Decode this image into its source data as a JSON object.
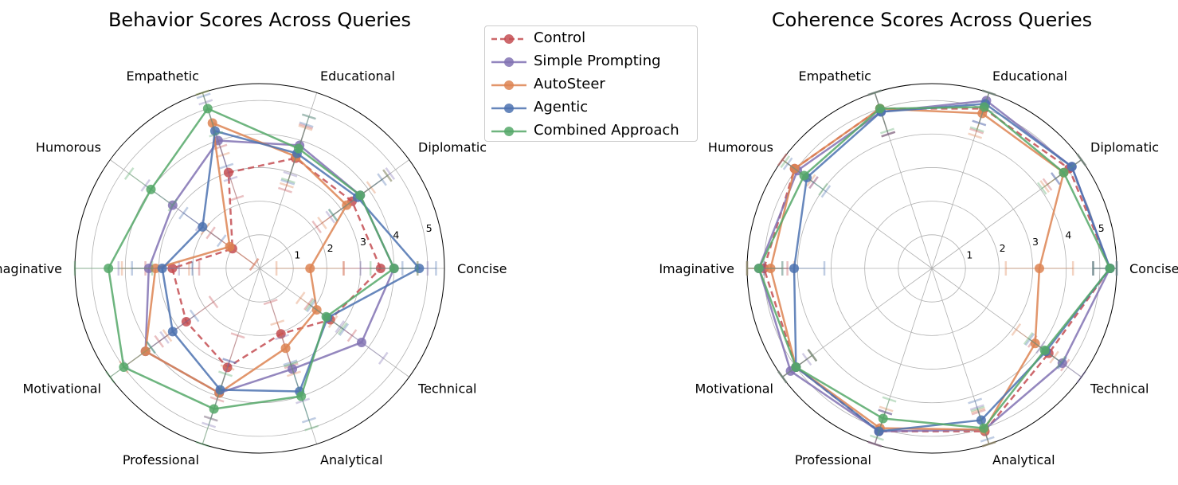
{
  "chart_data": [
    {
      "type": "radar",
      "title": "Behavior Scores Across Queries",
      "categories": [
        "Concise",
        "Diplomatic",
        "Educational",
        "Empathetic",
        "Humorous",
        "Imaginative",
        "Motivational",
        "Professional",
        "Analytical",
        "Technical"
      ],
      "rticks": [
        "1",
        "2",
        "3",
        "4",
        "5"
      ],
      "rlim": [
        0,
        5.5
      ],
      "grid": true,
      "series": [
        {
          "name": "Control",
          "color": "#c44e52",
          "dashed": true,
          "values": [
            3.6,
            3.4,
            3.45,
            3.0,
            1.0,
            2.6,
            2.7,
            3.1,
            2.05,
            2.6
          ],
          "errors": [
            1.1,
            1.3,
            1.0,
            0.8,
            0.8,
            0.8,
            1.0,
            1.0,
            1.0,
            0.8
          ]
        },
        {
          "name": "Simple Prompting",
          "color": "#8172b3",
          "dashed": false,
          "values": [
            4.0,
            3.7,
            3.85,
            4.0,
            3.2,
            3.3,
            4.2,
            3.9,
            3.15,
            3.75
          ],
          "errors": [
            1.0,
            1.1,
            0.9,
            1.2,
            1.0,
            0.9,
            0.7,
            1.0,
            1.0,
            0.8
          ]
        },
        {
          "name": "AutoSteer",
          "color": "#dd8452",
          "dashed": false,
          "values": [
            1.5,
            3.2,
            3.5,
            4.55,
            1.1,
            3.1,
            4.2,
            3.9,
            2.5,
            2.1
          ],
          "errors": [
            1.0,
            0.9,
            0.9,
            1.0,
            0.9,
            1.0,
            0.8,
            0.8,
            0.8,
            0.6
          ]
        },
        {
          "name": "Agentic",
          "color": "#4c72b0",
          "dashed": false,
          "values": [
            4.75,
            3.6,
            3.6,
            4.3,
            2.1,
            2.9,
            3.2,
            3.8,
            3.85,
            2.5
          ],
          "errors": [
            0.5,
            0.9,
            0.9,
            1.1,
            0.7,
            0.9,
            0.8,
            0.9,
            0.9,
            0.6
          ]
        },
        {
          "name": "Combined Approach",
          "color": "#55a868",
          "dashed": false,
          "values": [
            4.0,
            3.7,
            3.75,
            5.0,
            4.0,
            4.5,
            5.0,
            4.4,
            4.0,
            2.45
          ],
          "errors": [
            0.7,
            1.0,
            1.0,
            0.8,
            0.8,
            1.3,
            1.0,
            1.1,
            1.0,
            0.6
          ]
        }
      ]
    },
    {
      "type": "radar",
      "title": "Coherence Scores Across Queries",
      "categories": [
        "Concise",
        "Diplomatic",
        "Educational",
        "Empathetic",
        "Humorous",
        "Imaginative",
        "Motivational",
        "Professional",
        "Analytical",
        "Technical"
      ],
      "rticks": [
        "1",
        "2",
        "3",
        "4",
        "5"
      ],
      "rlim": [
        0,
        5.5
      ],
      "grid": true,
      "series": [
        {
          "name": "Control",
          "color": "#c44e52",
          "dashed": true,
          "values": [
            5.3,
            5.05,
            5.0,
            5.0,
            5.05,
            5.0,
            5.0,
            5.1,
            5.1,
            4.3
          ],
          "errors": [
            0.5,
            0.8,
            0.7,
            0.8,
            0.7,
            0.7,
            0.6,
            0.6,
            0.6,
            0.6
          ]
        },
        {
          "name": "Simple Prompting",
          "color": "#8172b3",
          "dashed": false,
          "values": [
            5.3,
            5.15,
            5.25,
            4.9,
            4.95,
            5.15,
            5.2,
            5.1,
            5.05,
            4.8
          ],
          "errors": [
            0.5,
            0.6,
            0.7,
            0.7,
            0.6,
            0.7,
            0.6,
            0.6,
            0.7,
            0.8
          ]
        },
        {
          "name": "AutoSteer",
          "color": "#dd8452",
          "dashed": false,
          "values": [
            3.2,
            4.85,
            4.85,
            5.0,
            5.05,
            4.8,
            5.0,
            5.0,
            5.05,
            3.8
          ],
          "errors": [
            1.0,
            0.7,
            0.7,
            0.8,
            0.6,
            0.7,
            0.6,
            0.6,
            0.6,
            0.7
          ]
        },
        {
          "name": "Agentic",
          "color": "#4c72b0",
          "dashed": false,
          "values": [
            5.3,
            5.15,
            5.15,
            4.9,
            4.6,
            4.1,
            5.0,
            5.1,
            4.75,
            4.2
          ],
          "errors": [
            0.5,
            0.6,
            0.6,
            0.7,
            0.7,
            0.9,
            0.6,
            0.6,
            0.6,
            0.6
          ]
        },
        {
          "name": "Combined Approach",
          "color": "#55a868",
          "dashed": false,
          "values": [
            5.3,
            4.85,
            5.05,
            5.0,
            4.7,
            5.15,
            5.0,
            4.7,
            5.0,
            4.15
          ],
          "errors": [
            0.5,
            0.8,
            0.7,
            0.7,
            0.7,
            0.7,
            0.6,
            0.6,
            0.6,
            0.6
          ]
        }
      ]
    }
  ],
  "legend": {
    "items": [
      {
        "label": "Control",
        "color": "#c44e52",
        "dashed": true
      },
      {
        "label": "Simple Prompting",
        "color": "#8172b3",
        "dashed": false
      },
      {
        "label": "AutoSteer",
        "color": "#dd8452",
        "dashed": false
      },
      {
        "label": "Agentic",
        "color": "#4c72b0",
        "dashed": false
      },
      {
        "label": "Combined Approach",
        "color": "#55a868",
        "dashed": false
      }
    ]
  }
}
